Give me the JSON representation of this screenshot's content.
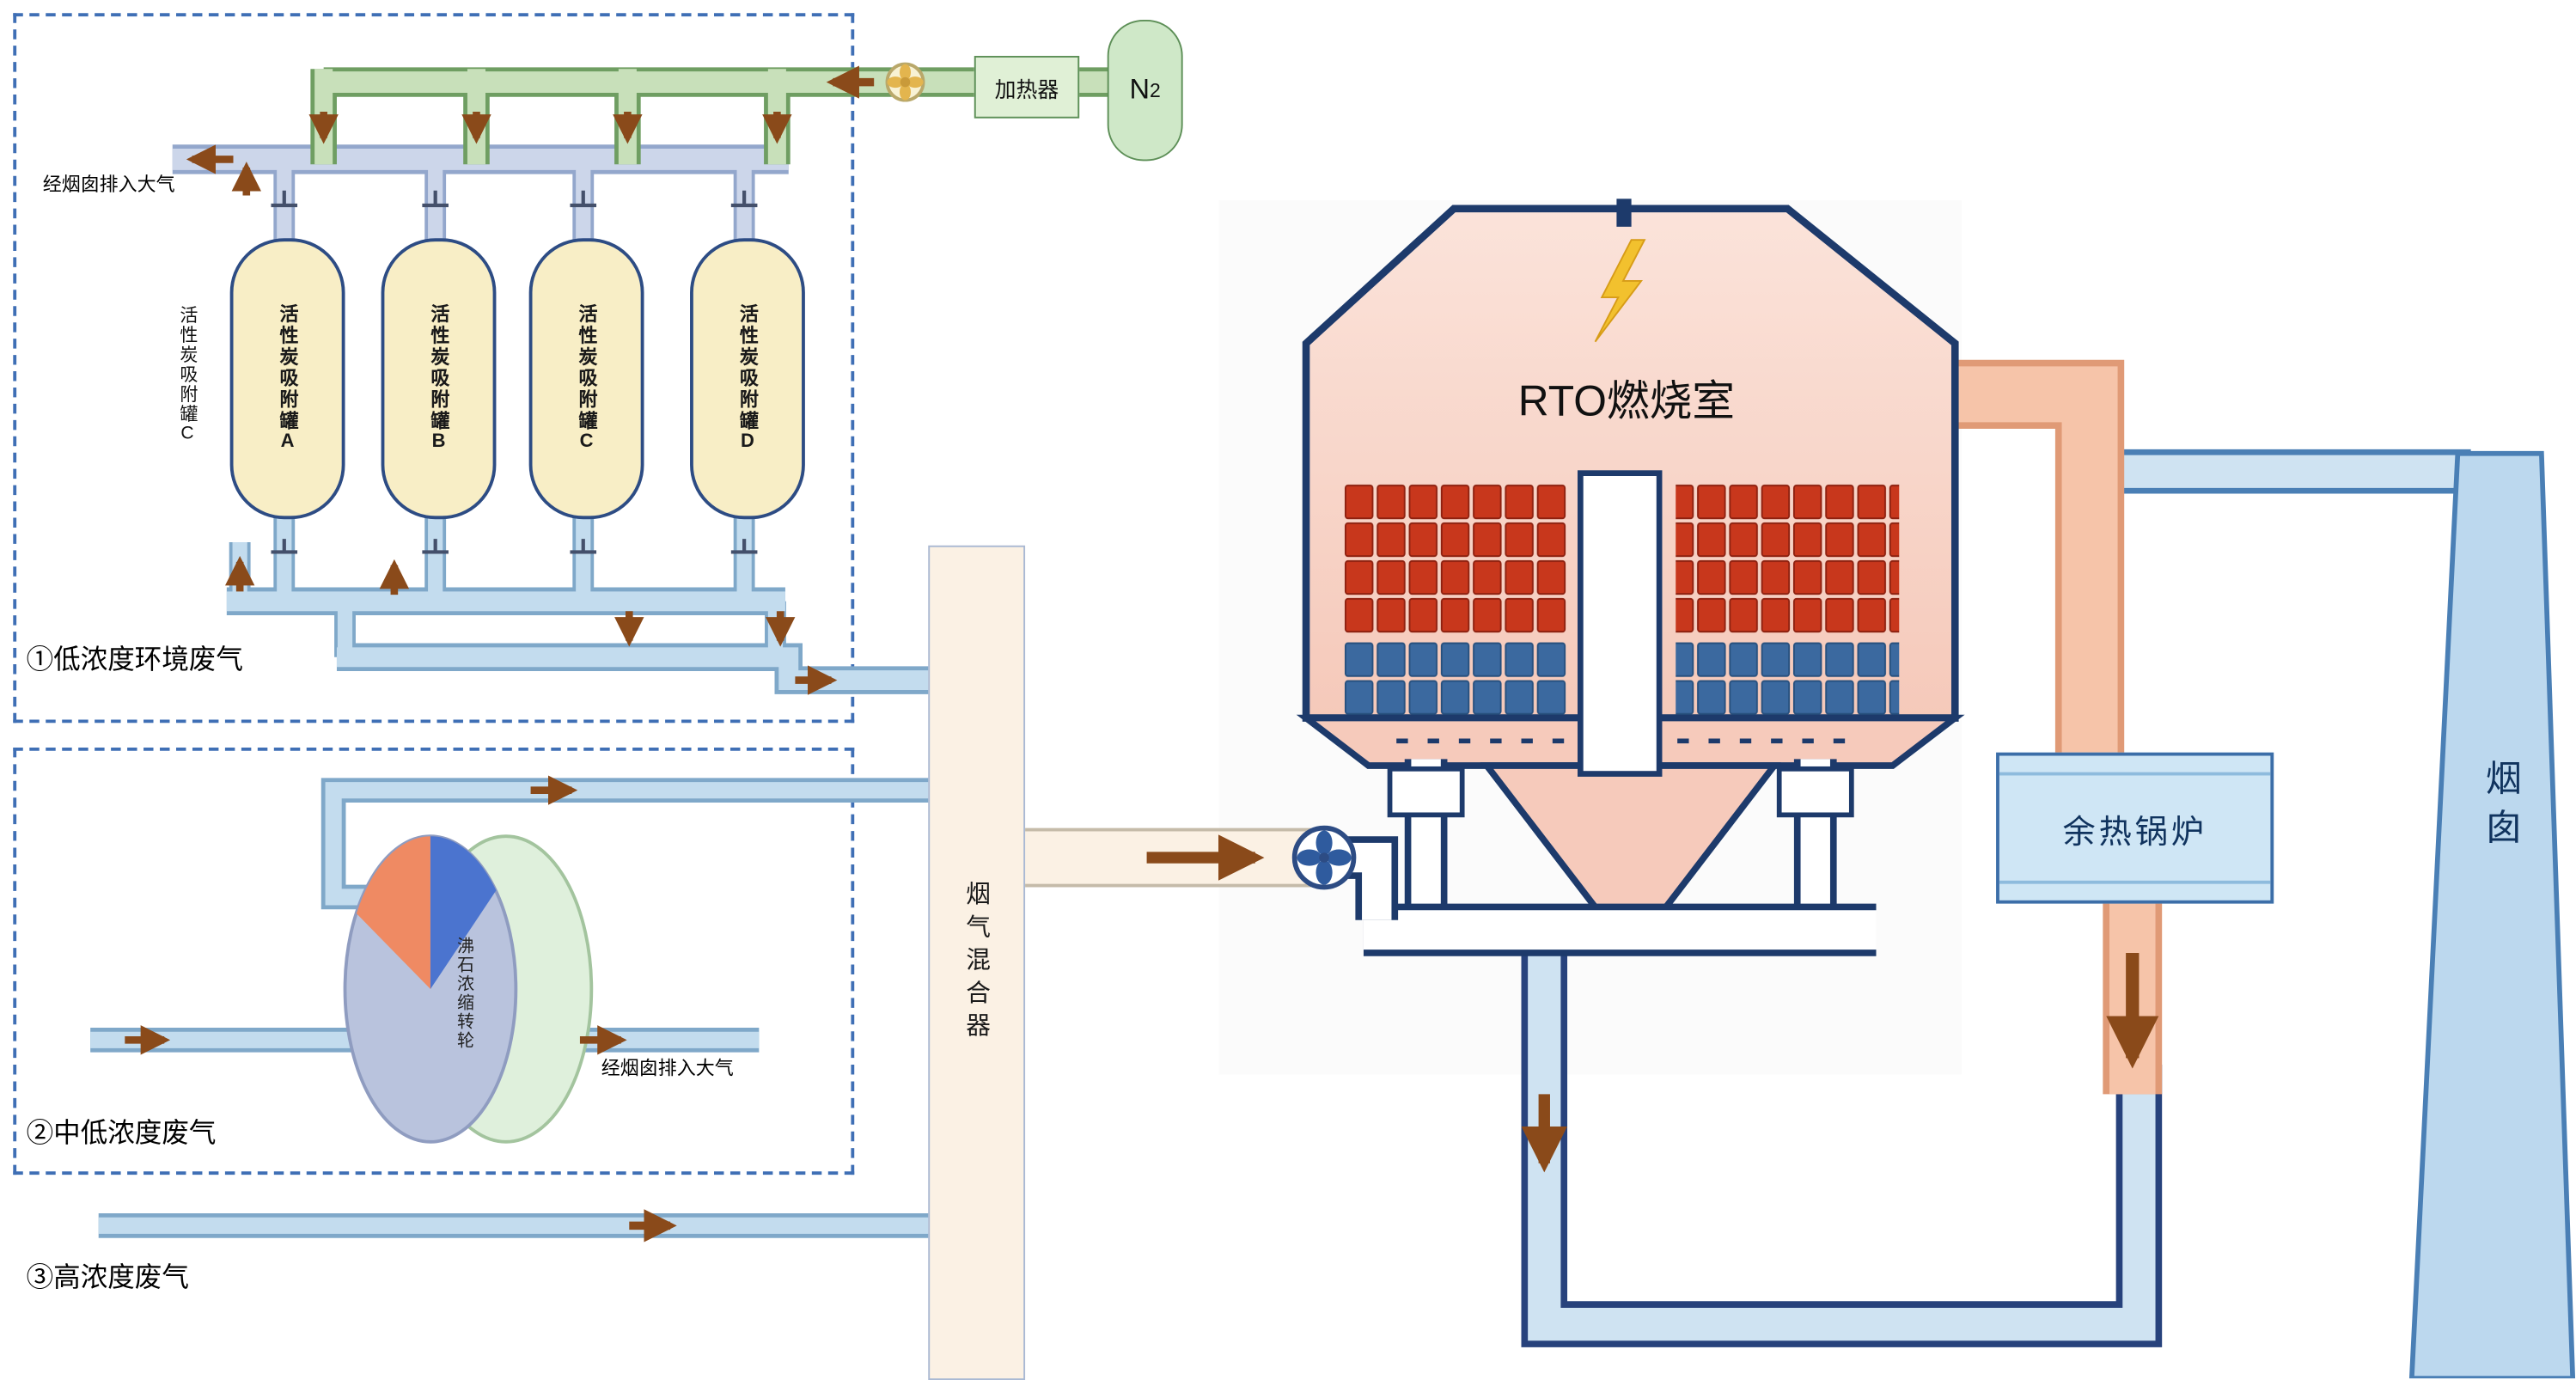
{
  "labels": {
    "section1": "①低浓度环境废气",
    "section2": "②中低浓度废气",
    "section3": "③高浓度废气",
    "exhaust_top": "经烟囱排入大气",
    "exhaust_mid": "经烟囱排入大气",
    "side_tank": "活性炭吸附罐C",
    "heater": "加热器",
    "n2_main": "N",
    "n2_sub": "2",
    "wheel": "沸石浓缩转轮",
    "mixer": "烟气混合器",
    "rto": "RTO燃烧室",
    "boiler": "余热锅炉",
    "chimney": "烟囱"
  },
  "tanks": [
    {
      "label": "活性炭吸附罐A"
    },
    {
      "label": "活性炭吸附罐B"
    },
    {
      "label": "活性炭吸附罐C"
    },
    {
      "label": "活性炭吸附罐D"
    }
  ],
  "colors": {
    "pipe_green": "#c8e0ba",
    "pipe_green_border": "#6f9e62",
    "pipe_grey": "#ccd6ea",
    "pipe_grey_border": "#93a7cc",
    "pipe_blue": "#c3dcee",
    "pipe_blue_border": "#7fa8c9",
    "pipe_hot": "#f6c4a9",
    "pipe_hot_border": "#e09a76",
    "arrow_brown": "#8a4a1a",
    "tank_fill": "#f8eec6",
    "outline_navy": "#1d3a6b",
    "ceramic_red": "#c8371c",
    "ceramic_blue": "#3b699f",
    "boiler_fill": "#cfe6f5",
    "chimney_fill": "#bcd8ee"
  }
}
